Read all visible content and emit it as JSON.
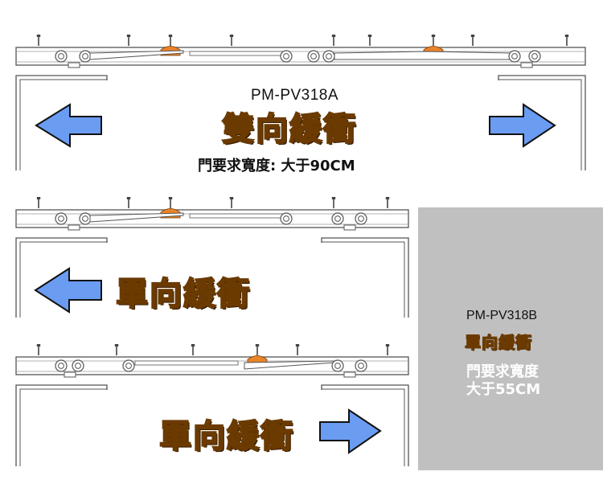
{
  "section_top": {
    "model": "PM-PV318A",
    "title": "雙向緩衝",
    "requirement": "門要求寬度:  大于90CM"
  },
  "section_middle": {
    "title": "單向緩衝"
  },
  "section_bottom": {
    "title": "單向緩衝"
  },
  "side_panel": {
    "model": "PM-PV318B",
    "title": "單向緩衝",
    "requirement_line1": "門要求寬度",
    "requirement_line2": "大于55CM"
  },
  "colors": {
    "arrow_fill": "#6a9cf2",
    "damper_orange": "#e8842a",
    "title_yellow": "#f7c21a",
    "panel_gray": "#c0c0c0"
  }
}
